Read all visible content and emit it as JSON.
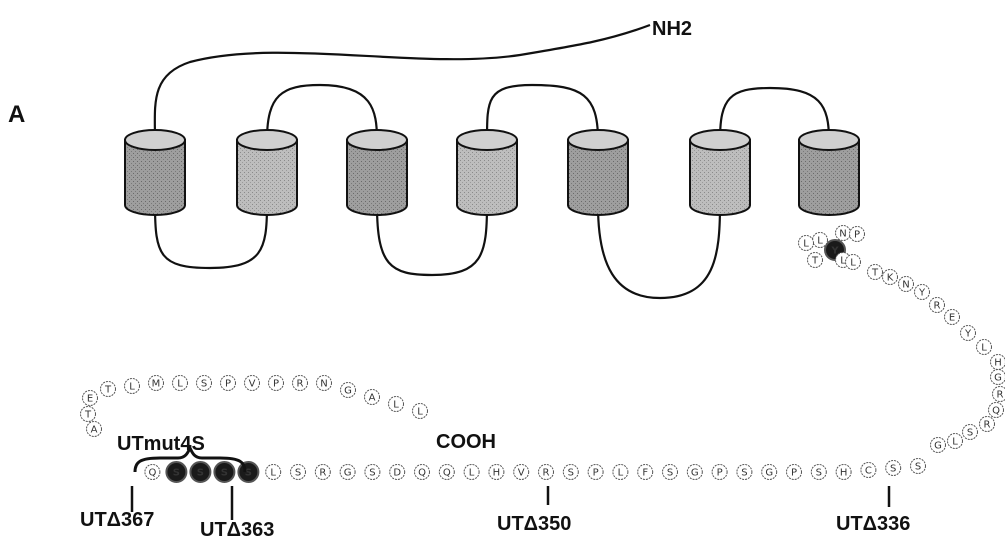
{
  "panel_label": "A",
  "n_terminus_label": "NH2",
  "c_terminus_label": "COOH",
  "mutant_label": "UTmut4S",
  "truncation_labels": {
    "ut367": "UTΔ367",
    "ut363": "UTΔ363",
    "ut350": "UTΔ350",
    "ut336": "UTΔ336"
  },
  "helix_count": 7,
  "colors": {
    "helix_fill": "#b9b9b9",
    "helix_top": "#d0d0d0",
    "line": "#111111",
    "serine_fill": "#1a1a1a"
  },
  "residues": {
    "helix7_tail": [
      "N",
      "P",
      "Y",
      "L",
      "L",
      "T",
      "L",
      "L",
      "T",
      "K",
      "N",
      "Y",
      "R",
      "E",
      "Y",
      "L",
      "H",
      "G",
      "R",
      "Q",
      "R",
      "S",
      "L",
      "G"
    ],
    "bottom_strand": [
      "S",
      "S",
      "C",
      "H",
      "S",
      "P",
      "G",
      "S",
      "P",
      "G",
      "S",
      "F",
      "L",
      "P",
      "S",
      "R",
      "V",
      "H",
      "L",
      "Q",
      "Q",
      "D",
      "S",
      "G",
      "R",
      "S",
      "L",
      "S",
      "S",
      "S",
      "S",
      "Q"
    ],
    "left_turn": [
      "A",
      "T",
      "E"
    ],
    "top_strand": [
      "T",
      "L",
      "M",
      "L",
      "S",
      "P",
      "V",
      "P",
      "R",
      "N",
      "G",
      "A",
      "L",
      "L"
    ]
  }
}
